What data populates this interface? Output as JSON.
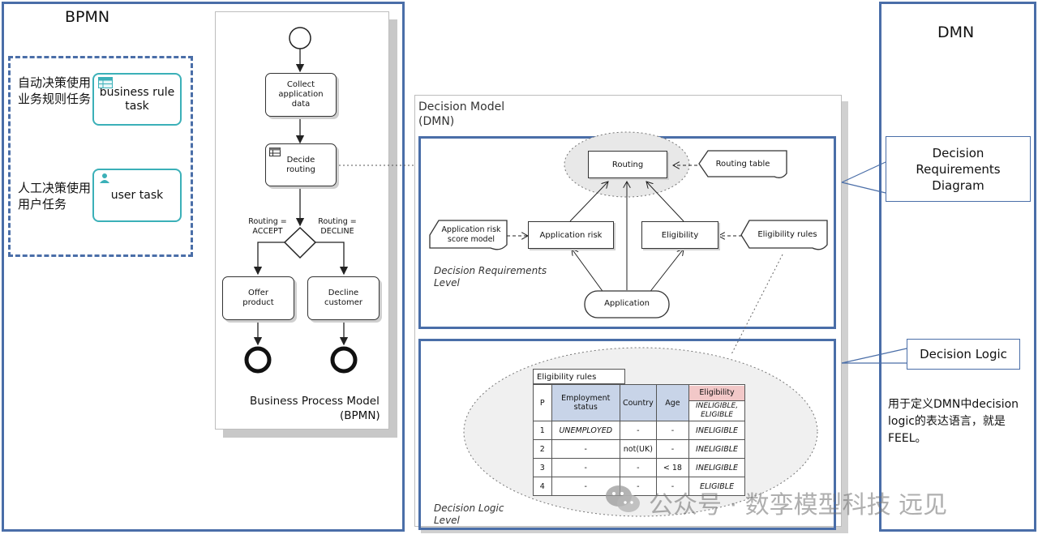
{
  "bpmn": {
    "title": "BPMN",
    "legend": {
      "business_rule_desc": "自动决策使用业务规则任务",
      "business_rule_task": "business rule task",
      "user_desc": "人工决策使用用户任务",
      "user_task": "user task"
    },
    "process": {
      "collect": "Collect application data",
      "decide": "Decide routing",
      "accept_cond": "Routing = ACCEPT",
      "decline_cond": "Routing = DECLINE",
      "offer": "Offer product",
      "decline": "Decline customer",
      "caption_line1": "Business Process Model",
      "caption_line2": "(BPMN)"
    }
  },
  "dmn": {
    "title": "DMN",
    "model_title_line1": "Decision Model",
    "model_title_line2": "(DMN)",
    "drd": {
      "routing": "Routing",
      "routing_table": "Routing table",
      "app_risk_model": "Application risk score model",
      "app_risk": "Application risk",
      "eligibility": "Eligibility",
      "eligibility_rules": "Eligibility rules",
      "application": "Application",
      "level_line1": "Decision Requirements",
      "level_line2": "Level"
    },
    "logic": {
      "table_title": "Eligibility rules",
      "headers": {
        "p": "P",
        "employment": "Employment status",
        "country": "Country",
        "age": "Age",
        "eligibility": "Eligibility",
        "eligibility_values": "INELIGIBLE, ELIGIBLE"
      },
      "rows": [
        {
          "n": "1",
          "employment": "UNEMPLOYED",
          "country": "-",
          "age": "-",
          "result": "INELIGIBLE"
        },
        {
          "n": "2",
          "employment": "-",
          "country": "not(UK)",
          "age": "-",
          "result": "INELIGIBLE"
        },
        {
          "n": "3",
          "employment": "-",
          "country": "-",
          "age": "< 18",
          "result": "INELIGIBLE"
        },
        {
          "n": "4",
          "employment": "-",
          "country": "-",
          "age": "-",
          "result": "ELIGIBLE"
        }
      ],
      "level_line1": "Decision Logic",
      "level_line2": "Level"
    },
    "callouts": {
      "drd": "Decision Requirements Diagram",
      "logic": "Decision Logic",
      "feel_note": "用于定义DMN中decision logic的表达语言，就是FEEL。"
    }
  },
  "watermark": "公众号 · 数孪模型科技 远见",
  "colors": {
    "frame": "#4a6ea8",
    "teal": "#3bb0b8",
    "header_blue": "#c8d4e8",
    "header_red": "#f2c8c8"
  }
}
